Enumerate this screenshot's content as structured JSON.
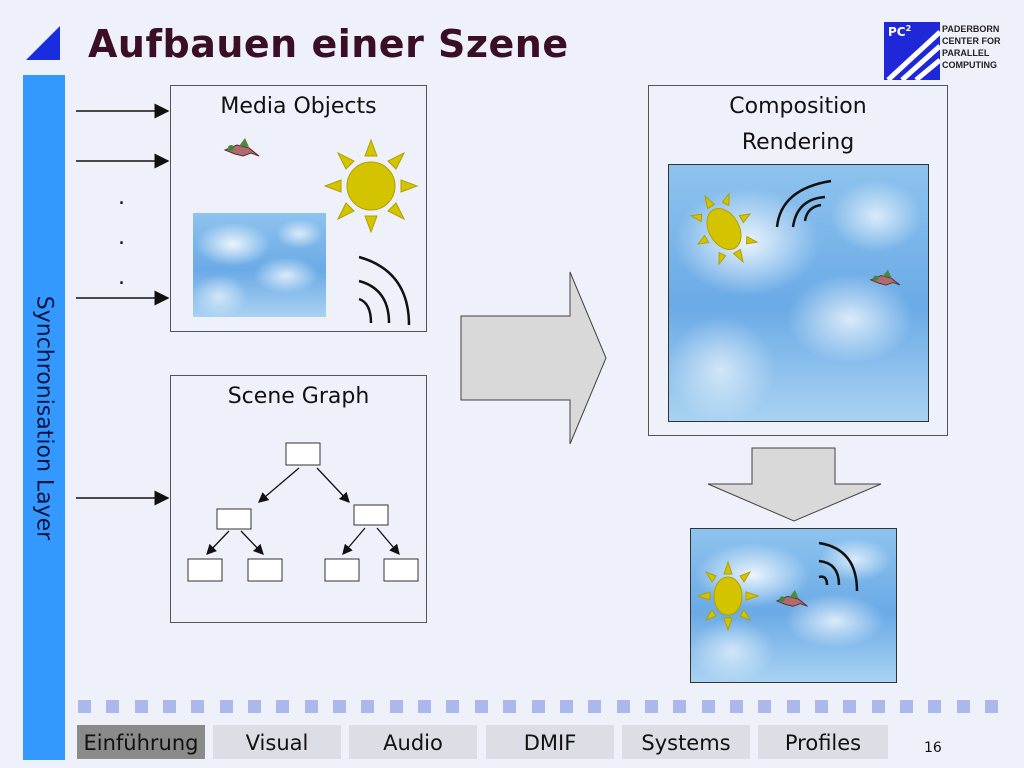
{
  "title": "Aufbauen einer Szene",
  "logo": {
    "mark": "PC",
    "superscript": "2",
    "lines": [
      "PADERBORN",
      "CENTER FOR",
      "PARALLEL",
      "COMPUTING"
    ]
  },
  "sync_layer_label": "Synchronisation Layer",
  "media_objects": {
    "title": "Media Objects",
    "items": [
      "bird-icon",
      "sun-icon",
      "sky-image",
      "audio-waves-icon"
    ]
  },
  "scene_graph": {
    "title": "Scene Graph"
  },
  "composition": {
    "title_line1": "Composition",
    "title_line2": "Rendering"
  },
  "ellipsis_dots": ".\n.\n.",
  "nav_tabs": [
    {
      "label": "Einführung",
      "active": true
    },
    {
      "label": "Visual",
      "active": false
    },
    {
      "label": "Audio",
      "active": false
    },
    {
      "label": "DMIF",
      "active": false
    },
    {
      "label": "Systems",
      "active": false
    },
    {
      "label": "Profiles",
      "active": false
    }
  ],
  "page_number": "16",
  "colors": {
    "title": "#3a0f25",
    "sync_bar": "#3399ff",
    "dots": "#aab8ec",
    "sun": "#d4c400",
    "logo_blue": "#1e28d8"
  }
}
